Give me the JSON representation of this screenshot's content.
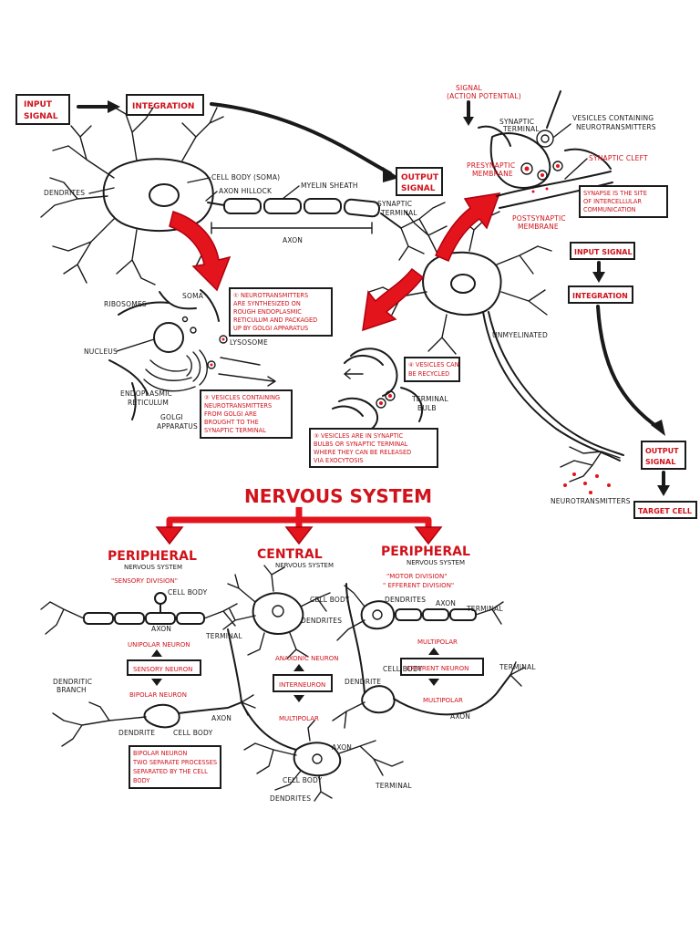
{
  "flow_top": {
    "input_signal": [
      "INPUT",
      "SIGNAL"
    ],
    "integration": "INTEGRATION",
    "output_signal": [
      "OUTPUT",
      "SIGNAL"
    ]
  },
  "neuron_labels": {
    "cell_body": "CELL BODY (SOMA)",
    "axon_hillock": "AXON HILLOCK",
    "dendrites": "DENDRITES",
    "myelin_sheath": "MYELIN SHEATH",
    "axon": "AXON",
    "synaptic_terminal": [
      "SYNAPTIC",
      "TERMINAL"
    ],
    "unmyelinated": "UNMYELINATED",
    "neurotransmitters": "NEUROTRANSMITTERS"
  },
  "soma_labels": {
    "ribosomes": "RIBOSOMES",
    "soma": "SOMA",
    "nucleus": "NUCLEUS",
    "er": [
      "ENDOPLASMIC",
      "RETICULUM"
    ],
    "golgi": [
      "GOLGI",
      "APPARATUS"
    ],
    "lysosome": "LYSOSOME",
    "terminal_bulb": [
      "TERMINAL",
      "BULB"
    ]
  },
  "notes": {
    "n1": [
      "① NEUROTRANSMITTERS",
      "ARE SYNTHESIZED ON",
      "ROUGH ENDOPLASMIC",
      "RETICULUM AND PACKAGED",
      "UP BY GOLGI APPARATUS"
    ],
    "n2": [
      "② VESICLES CONTAINING",
      "NEUROTRANSMITTERS",
      "FROM GOLGI ARE",
      "BROUGHT TO THE",
      "SYNAPTIC TERMINAL"
    ],
    "n3": [
      "③ VESICLES ARE IN SYNAPTIC",
      "BULBS OR SYNAPTIC TERMINAL",
      "WHERE THEY CAN BE RELEASED",
      "VIA EXOCYTOSIS"
    ],
    "n4": [
      "④ VESICLES CAN",
      "BE RECYCLED"
    ]
  },
  "synapse": {
    "signal": [
      "SIGNAL",
      "(ACTION POTENTIAL)"
    ],
    "synaptic_terminal": [
      "SYNAPTIC",
      "TERMINAL"
    ],
    "vesicles": [
      "VESICLES CONTAINING",
      "NEUROTRANSMITTERS"
    ],
    "presynaptic": [
      "PRESYNAPTIC",
      "MEMBRANE"
    ],
    "cleft": "SYNAPTIC CLEFT",
    "postsynaptic": [
      "POSTSYNAPTIC",
      "MEMBRANE"
    ],
    "site_note": [
      "SYNAPSE IS THE SITE",
      "OF INTERCELLULAR",
      "COMMUNICATION"
    ]
  },
  "flow_right": {
    "input_signal": "INPUT SIGNAL",
    "integration": "INTEGRATION",
    "output_signal": [
      "OUTPUT",
      "SIGNAL"
    ],
    "target_cell": "TARGET CELL"
  },
  "nervous_system": {
    "title": "NERVOUS SYSTEM",
    "left_heading": "PERIPHERAL",
    "left_sub": "NERVOUS SYSTEM",
    "left_division": "\"SENSORY DIVISION\"",
    "center_heading": "CENTRAL",
    "center_sub": "NERVOUS SYSTEM",
    "right_heading": "PERIPHERAL",
    "right_sub": "NERVOUS SYSTEM",
    "right_division_1": "\"MOTOR DIVISION\"",
    "right_division_2": "\" EFFERENT DIVISION\""
  },
  "ns_labels": {
    "cell_body": "CELL BODY",
    "axon": "AXON",
    "terminal": "TERMINAL",
    "dendrites": "DENDRITES",
    "dendrite": "DENDRITE",
    "dendritic_branch": [
      "DENDRITIC",
      "BRANCH"
    ],
    "unipolar_neuron": "UNIPOLAR NEURON",
    "sensory_neuron": "SENSORY NEURON",
    "bipolar_neuron": "BIPOLAR NEURON",
    "anaxonic_neuron": "ANAXONIC NEURON",
    "interneuron": "INTERNEURON",
    "multipolar": "MULTIPOLAR",
    "efferent_neuron": "EFFERENT NEURON",
    "bipolar_note": [
      "BIPOLAR NEURON",
      "TWO SEPARATE PROCESSES",
      "SEPARATED BY THE CELL",
      "BODY"
    ]
  },
  "colors": {
    "accent": "#e3141c",
    "ink": "#1a1a1a"
  }
}
